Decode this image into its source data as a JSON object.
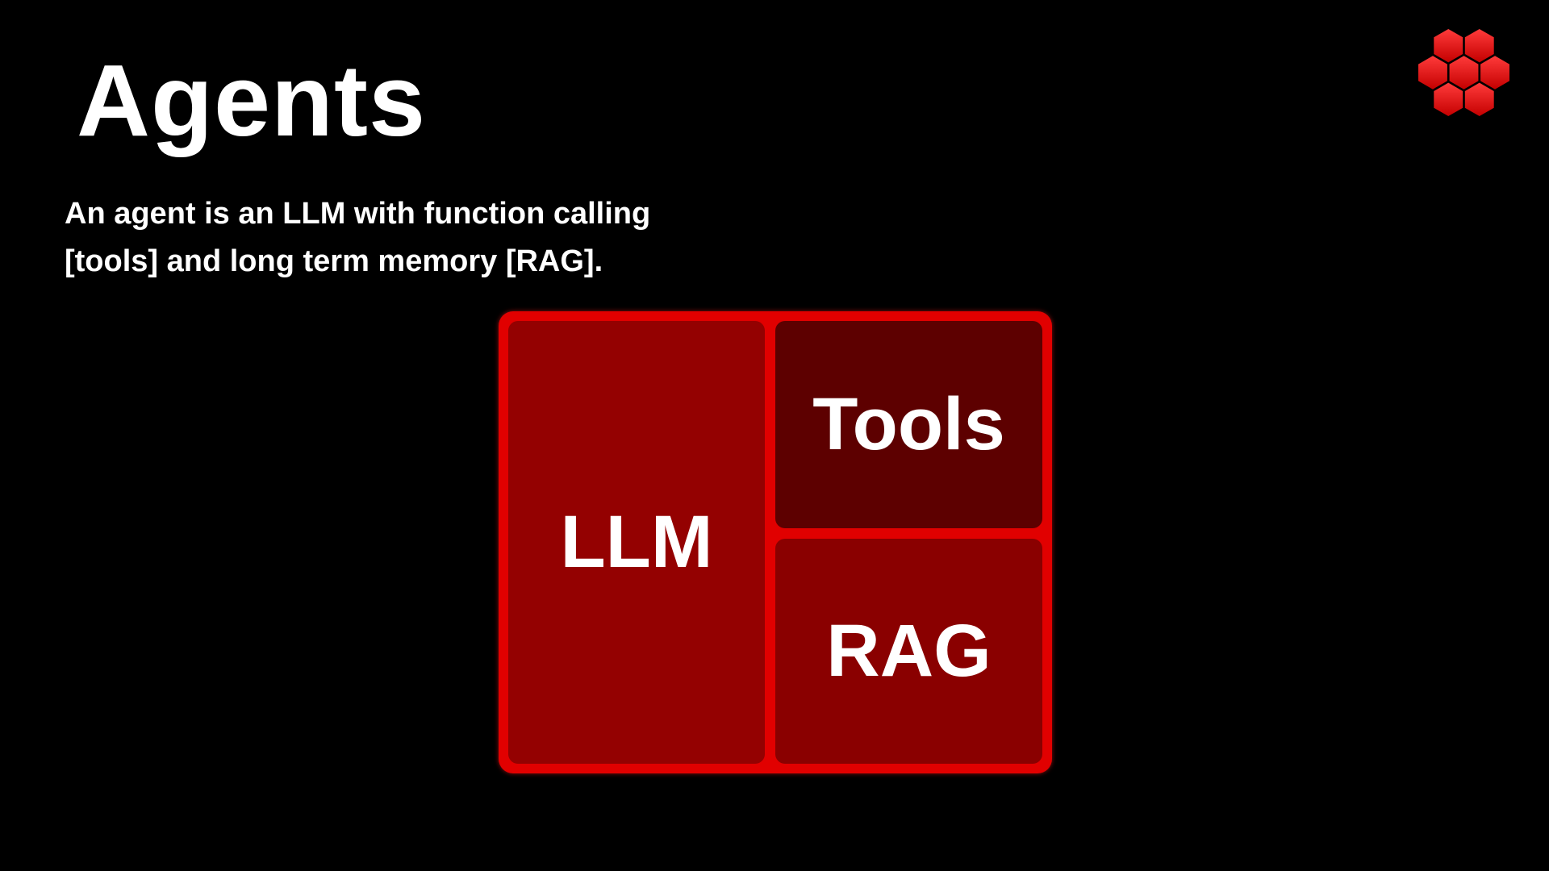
{
  "slide": {
    "title": "Agents",
    "subtitle_lines": [
      "An agent is an LLM with function calling",
      "[tools] and long term memory [RAG]."
    ]
  },
  "diagram": {
    "llm_label": "LLM",
    "tools_label": "Tools",
    "rag_label": "RAG"
  },
  "logo": {
    "name": "red-hexagon-cluster-logo"
  },
  "colors": {
    "background": "#000000",
    "accent_red": "#e10000",
    "llm_box": "#940101",
    "tools_box": "#5d0000",
    "rag_box": "#8a0000",
    "text_white": "#ffffff",
    "logo_red_light": "#ff3b3b",
    "logo_red_dark": "#c40000"
  }
}
